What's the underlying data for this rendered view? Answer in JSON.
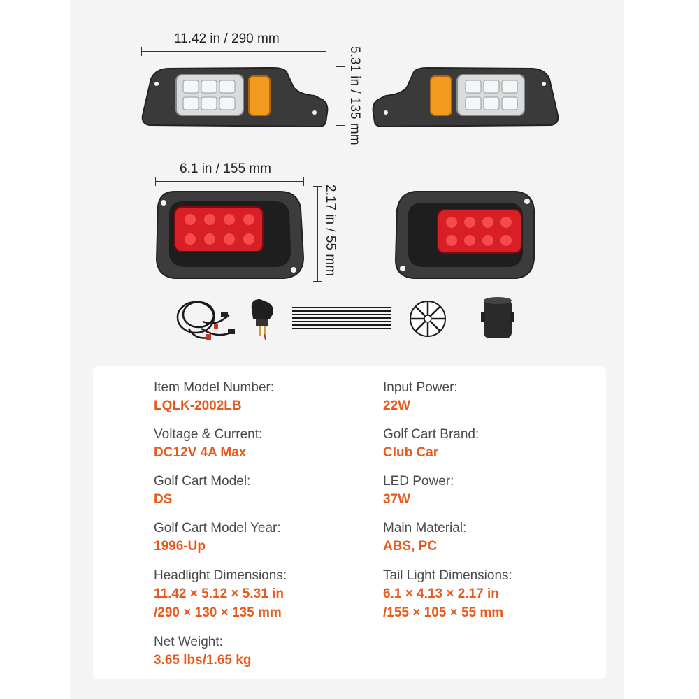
{
  "dimensions": {
    "headlight_width": "11.42 in / 290 mm",
    "headlight_height": "5.31 in / 135 mm",
    "taillight_width": "6.1 in / 155 mm",
    "taillight_height": "2.17 in / 55 mm"
  },
  "icons": [
    "headlight-left-icon",
    "headlight-right-icon",
    "taillight-left-icon",
    "taillight-right-icon",
    "wiring-harness-icon",
    "toggle-switch-icon",
    "cable-ties-icon",
    "grommet-icon",
    "rubber-sleeve-icon"
  ],
  "colors": {
    "accent": "#e85a1c",
    "label": "#4a4a4a"
  },
  "specs": {
    "left": [
      {
        "label": "Item Model Number:",
        "value": "LQLK-2002LB"
      },
      {
        "label": "Voltage & Current:",
        "value": "DC12V 4A Max"
      },
      {
        "label": "Golf Cart Model:",
        "value": "DS"
      },
      {
        "label": "Golf Cart Model Year:",
        "value": "1996-Up"
      },
      {
        "label": "Headlight Dimensions:",
        "value": "11.42 × 5.12 × 5.31 in",
        "value2": "/290 × 130 × 135 mm"
      },
      {
        "label": "Net Weight:",
        "value": "3.65 lbs/1.65 kg"
      }
    ],
    "right": [
      {
        "label": "Input Power:",
        "value": "22W"
      },
      {
        "label": "Golf Cart Brand:",
        "value": "Club Car"
      },
      {
        "label": "LED Power:",
        "value": "37W"
      },
      {
        "label": "Main Material:",
        "value": "ABS, PC"
      },
      {
        "label": "Tail Light Dimensions:",
        "value": "6.1 × 4.13 × 2.17 in",
        "value2": "/155 × 105 × 55 mm"
      }
    ]
  }
}
